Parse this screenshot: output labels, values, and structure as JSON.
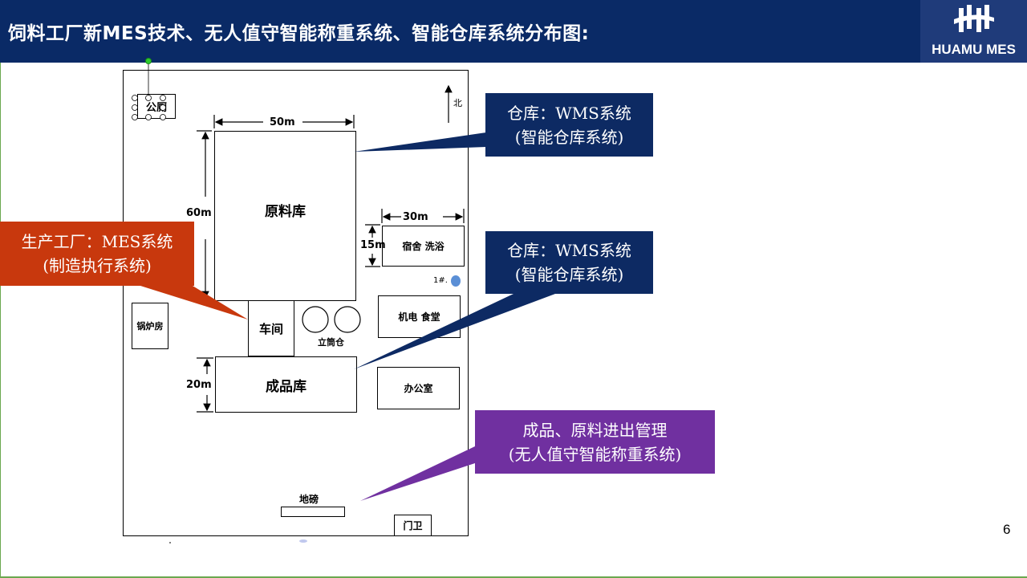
{
  "header": {
    "title": "饲料工厂新MES技术、无人值守智能称重系统、智能仓库系统分布图:",
    "logo_text": "HUAMU MES"
  },
  "page_number": "6",
  "diagram": {
    "north": "北",
    "toilet": "公厕",
    "raw_warehouse": "原料库",
    "dim_50m": "50m",
    "dim_60m": "60m",
    "dim_30m": "30m",
    "dim_15m": "15m",
    "dim_20m": "20m",
    "dorm": "宿舍  洗浴",
    "tank_label": "1#.",
    "boiler": "锅炉房",
    "workshop": "车间",
    "silo": "立筒仓",
    "electric": "机电  食堂",
    "finished_warehouse": "成品库",
    "office": "办公室",
    "scale": "地磅",
    "gate": "门卫"
  },
  "callouts": {
    "wms1": {
      "line1": "仓库：WMS系统",
      "line2": "(智能仓库系统)"
    },
    "wms2": {
      "line1": "仓库：WMS系统",
      "line2": "(智能仓库系统)"
    },
    "mes": {
      "line1": "生产工厂：MES系统",
      "line2": "(制造执行系统)"
    },
    "weigh": {
      "line1": "成品、原料进出管理",
      "line2": "(无人值守智能称重系统)"
    }
  },
  "colors": {
    "header_bg": "#0a2a66",
    "wms_callout": "#0d2a63",
    "mes_callout": "#c8380d",
    "weigh_callout": "#7030a0"
  }
}
